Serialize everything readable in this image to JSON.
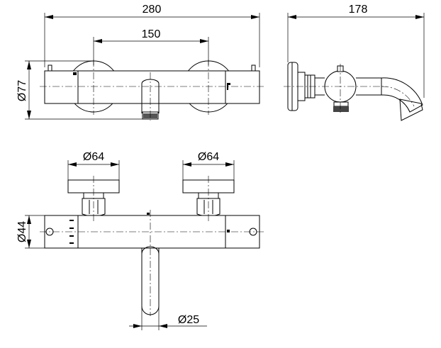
{
  "dimensions": {
    "overall_width": "280",
    "center_distance": "150",
    "side_depth": "178",
    "front_height": "Ø77",
    "handle_diameter_left": "Ø64",
    "handle_diameter_right": "Ø64",
    "body_diameter": "Ø44",
    "spout_diameter": "Ø25"
  }
}
